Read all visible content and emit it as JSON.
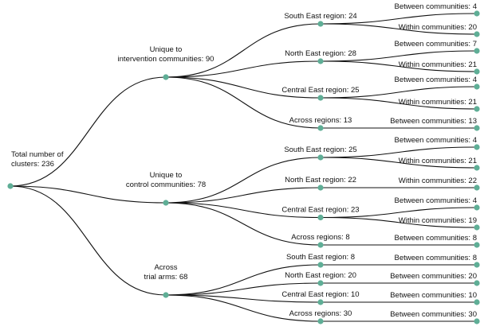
{
  "tree": {
    "root": {
      "label": [
        "Total number of",
        "clusters: 236"
      ],
      "children": [
        {
          "label": [
            "Unique to",
            "intervention communities: 90"
          ],
          "children": [
            {
              "label": [
                "South East region: 24"
              ],
              "children": [
                {
                  "label": [
                    "Between communities: 4"
                  ]
                },
                {
                  "label": [
                    "Within communities: 20"
                  ]
                }
              ]
            },
            {
              "label": [
                "North East region: 28"
              ],
              "children": [
                {
                  "label": [
                    "Between communities: 7"
                  ]
                },
                {
                  "label": [
                    "Within communities: 21"
                  ]
                }
              ]
            },
            {
              "label": [
                "Central East region: 25"
              ],
              "children": [
                {
                  "label": [
                    "Between communities: 4"
                  ]
                },
                {
                  "label": [
                    "Within communities: 21"
                  ]
                }
              ]
            },
            {
              "label": [
                "Across regions: 13"
              ],
              "children": [
                {
                  "label": [
                    "Between communities: 13"
                  ]
                }
              ]
            }
          ]
        },
        {
          "label": [
            "Unique to",
            "control communities: 78"
          ],
          "children": [
            {
              "label": [
                "South East region: 25"
              ],
              "children": [
                {
                  "label": [
                    "Between communities: 4"
                  ]
                },
                {
                  "label": [
                    "Within communities: 21"
                  ]
                }
              ]
            },
            {
              "label": [
                "North East region: 22"
              ],
              "children": [
                {
                  "label": [
                    "Within communities: 22"
                  ]
                }
              ]
            },
            {
              "label": [
                "Central East region: 23"
              ],
              "children": [
                {
                  "label": [
                    "Between communities: 4"
                  ]
                },
                {
                  "label": [
                    "Within communities: 19"
                  ]
                }
              ]
            },
            {
              "label": [
                "Across regions: 8"
              ],
              "children": [
                {
                  "label": [
                    "Between communities: 8"
                  ]
                }
              ]
            }
          ]
        },
        {
          "label": [
            "Across",
            "trial arms: 68"
          ],
          "children": [
            {
              "label": [
                "South East region: 8"
              ],
              "children": [
                {
                  "label": [
                    "Between communities: 8"
                  ]
                }
              ]
            },
            {
              "label": [
                "North East region: 20"
              ],
              "children": [
                {
                  "label": [
                    "Between communities: 20"
                  ]
                }
              ]
            },
            {
              "label": [
                "Central East region: 10"
              ],
              "children": [
                {
                  "label": [
                    "Between communities: 10"
                  ]
                }
              ]
            },
            {
              "label": [
                "Across regions: 30"
              ],
              "children": [
                {
                  "label": [
                    "Between communities: 30"
                  ]
                }
              ]
            }
          ]
        }
      ]
    },
    "colors": {
      "node": "#5fae96",
      "edge": "#111111",
      "text": "#111111"
    }
  }
}
